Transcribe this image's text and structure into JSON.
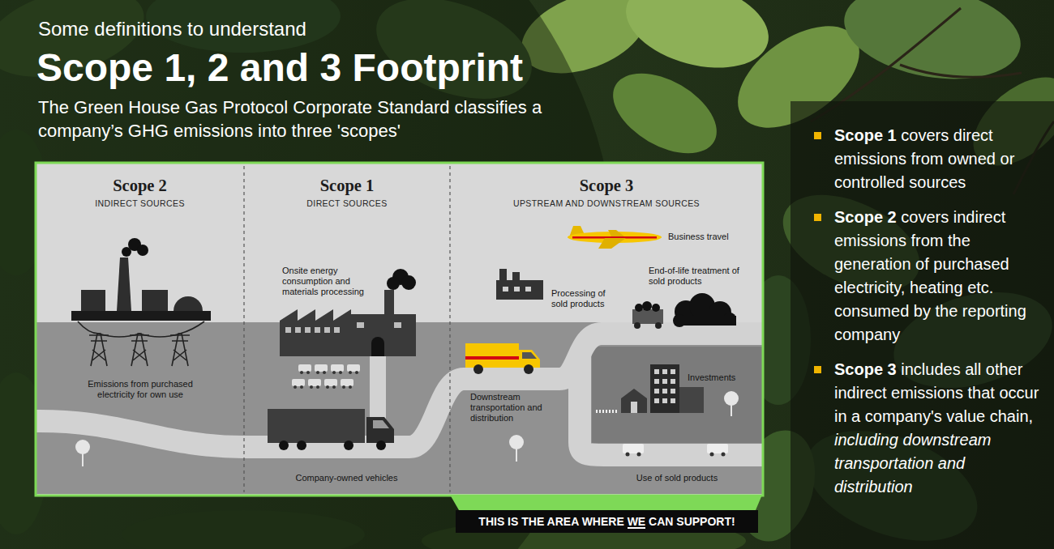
{
  "diagram": {
    "title": "Scope 1, 2 and 3 Footprint",
    "nodes": [
      {
        "text": [
          "Scope 2",
          "INDIRECT SOURCES"
        ]
      },
      {
        "text": [
          "Scope 1",
          "DIRECT SOURCES"
        ]
      },
      {
        "text": [
          "Scope 3",
          "UPSTREAM AND DOWNSTREAM SOURCES"
        ]
      },
      {
        "text": [
          "THIS IS THE AREA WHERE WE CAN SUPPORT!"
        ]
      },
      {
        "text": [
          "Scope 1",
          "covers direct emissions from owned or controlled sources",
          "Scope 2",
          "covers indirect emissions from the generation of purchased electricity, heating etc. consumed by the reporting company",
          "Scope 3",
          "includes all other indirect emissions that occur in a company's value chain,",
          "including downstream transportation and distribution"
        ]
      }
    ],
    "labels": [
      "Some definitions to understand",
      "The Green House Gas Protocol Corporate Standard classifies a company’s GHG emissions into three 'scopes'",
      "Emissions from purchased electricity for own use",
      "Onsite energy consumption and materials processing",
      "Company-owned vehicles",
      "Business travel",
      "Processing of sold products",
      "End-of-life treatment of sold products",
      "Downstream transportation and distribution",
      "Investments",
      "Use of sold products"
    ]
  }
}
